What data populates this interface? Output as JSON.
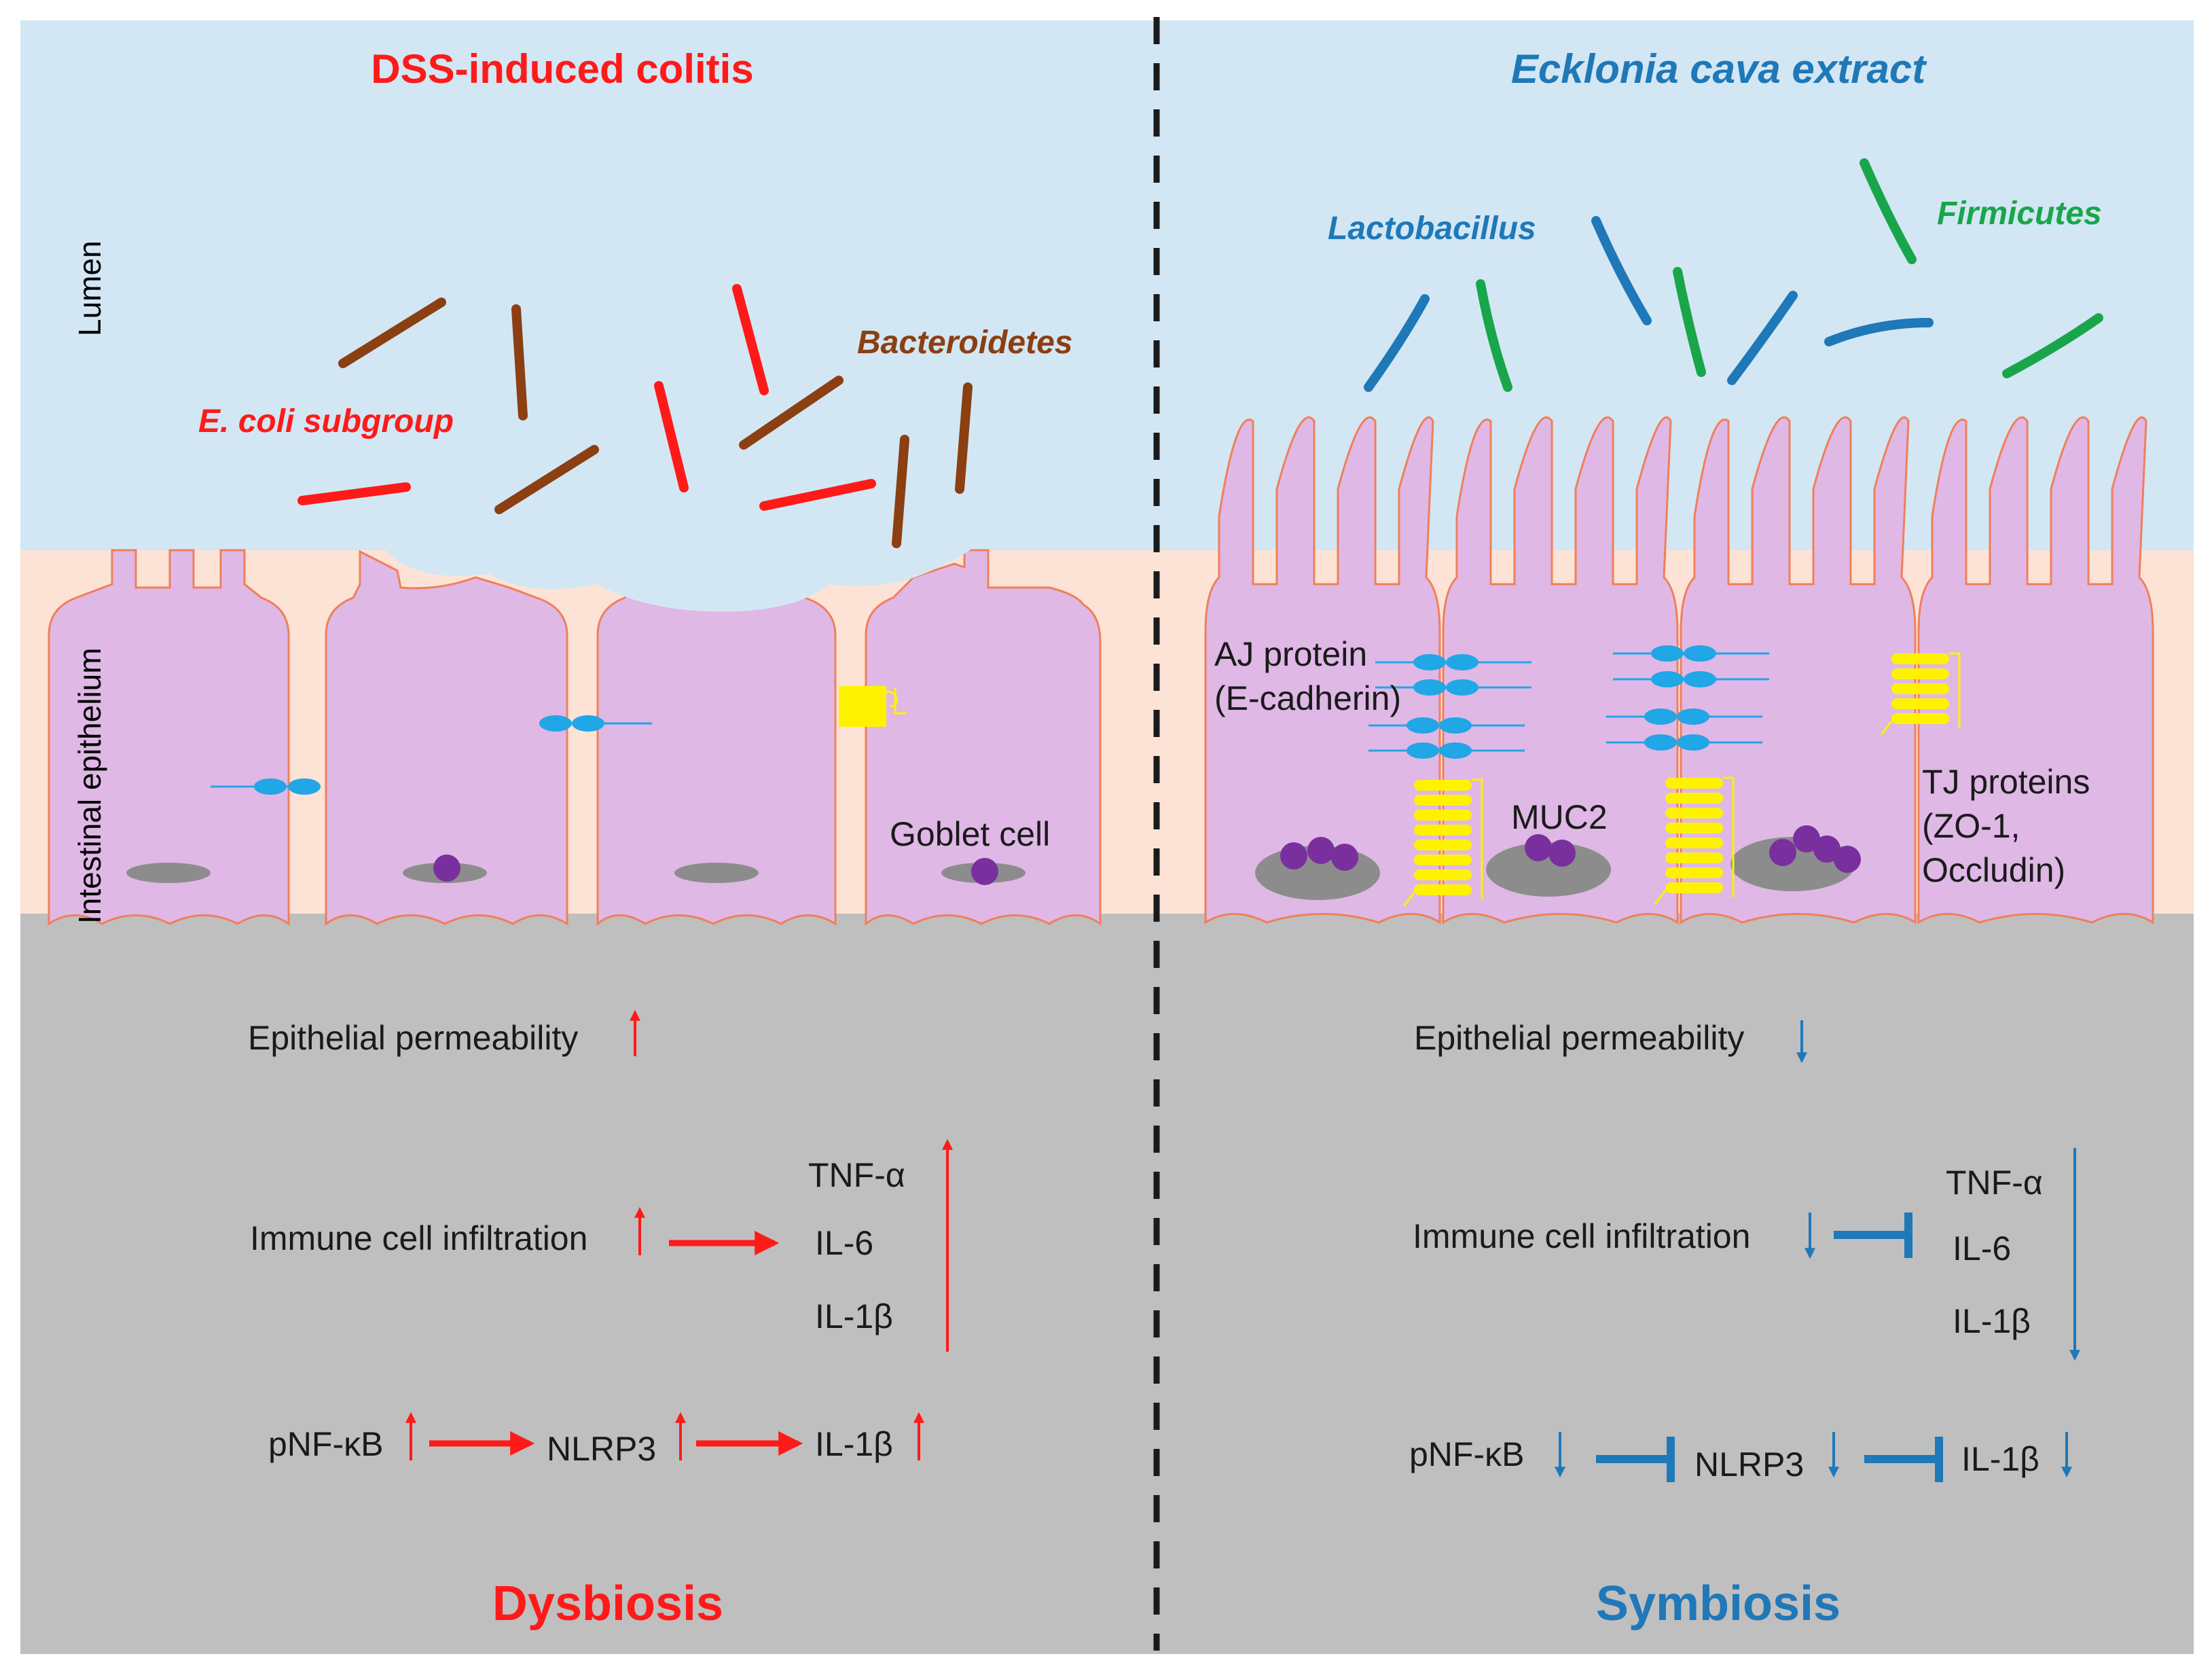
{
  "colors": {
    "lumen": "#d2e7f3",
    "epithelium_band": "#fde3d5",
    "lamina": "#bfbfbf",
    "cell_fill": "#dfb8e6",
    "cell_stroke": "#f07f5a",
    "nucleus": "#8c8c8c",
    "mucin": "#7a2f9e",
    "aj": "#21a6e6",
    "tj": "#fff200",
    "red": "#ff1a1a",
    "blue": "#1f78b8",
    "green": "#19a64b",
    "brown": "#8b3f12",
    "divider": "#1a1a1a"
  },
  "left": {
    "title": "DSS-induced colitis",
    "ecoli_label": "E. coli subgroup",
    "bacteroidetes_label": "Bacteroidetes",
    "goblet_label": "Goblet cell",
    "permeability": "Epithelial permeability",
    "infiltration": "Immune cell infiltration",
    "cytokines": [
      "TNF-α",
      "IL-6",
      "IL-1β"
    ],
    "pathway": [
      "pNF-κB",
      "NLRP3",
      "IL-1β"
    ],
    "state": "Dysbiosis",
    "direction": "up"
  },
  "right": {
    "title": "Ecklonia cava extract",
    "lactobacillus_label": "Lactobacillus",
    "firmicutes_label": "Firmicutes",
    "aj_label": [
      "AJ protein",
      "(E-cadherin)"
    ],
    "muc2_label": "MUC2",
    "tj_label": [
      "TJ proteins",
      "(ZO-1,",
      "Occludin)"
    ],
    "permeability": "Epithelial permeability",
    "infiltration": "Immune cell infiltration",
    "cytokines": [
      "TNF-α",
      "IL-6",
      "IL-1β"
    ],
    "pathway": [
      "pNF-κB",
      "NLRP3",
      "IL-1β"
    ],
    "state": "Symbiosis",
    "direction": "down"
  },
  "zones": {
    "lumen": "Lumen",
    "epithelium": "Intestinal epithelium"
  }
}
